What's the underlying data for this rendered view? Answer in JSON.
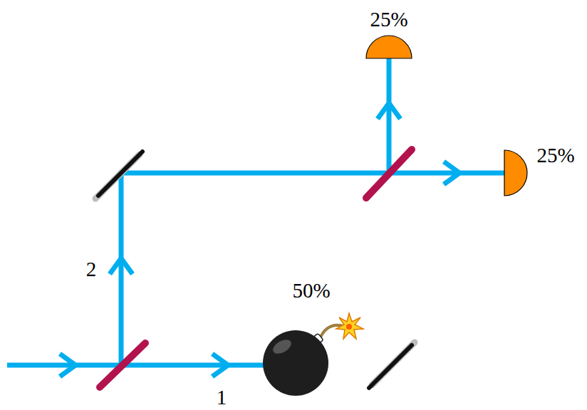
{
  "diagram": {
    "labels": [
      "25%",
      "25%",
      "50%",
      "2",
      "1"
    ]
  }
}
